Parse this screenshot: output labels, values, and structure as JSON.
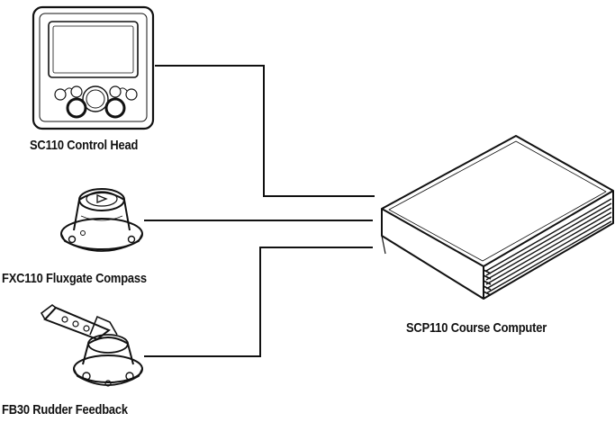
{
  "diagram": {
    "components": [
      {
        "id": "control_head",
        "label": "SC110 Control Head",
        "icon": "display-head-icon"
      },
      {
        "id": "compass",
        "label": "FXC110 Fluxgate Compass",
        "icon": "compass-icon"
      },
      {
        "id": "rudder_feedback",
        "label": "FB30 Rudder Feedback",
        "icon": "rudder-sensor-icon"
      },
      {
        "id": "course_computer",
        "label": "SCP110 Course Computer",
        "icon": "computer-box-icon"
      }
    ],
    "connections": [
      {
        "from": "control_head",
        "to": "course_computer"
      },
      {
        "from": "compass",
        "to": "course_computer"
      },
      {
        "from": "rudder_feedback",
        "to": "course_computer"
      }
    ]
  }
}
